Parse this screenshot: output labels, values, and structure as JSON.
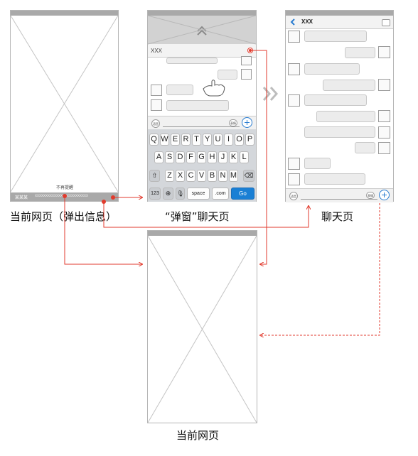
{
  "captions": {
    "current_page_popup": "当前网页（弹出信息）",
    "popup_chat": "“弹窗”聊天页",
    "chat_page": "聊天页",
    "current_page": "当前网页"
  },
  "current_page_frame": {
    "notify_name": "某某某",
    "notify_text": "xxxxxxxxxxxxxxxxxxxxxxxxx",
    "mute_label": "不再提醒"
  },
  "popup_frame": {
    "title": "XXX",
    "voice_label": "语音",
    "emoji_label": "表情",
    "keyboard": {
      "row1": [
        "Q",
        "W",
        "E",
        "R",
        "T",
        "Y",
        "U",
        "I",
        "O",
        "P"
      ],
      "row2": [
        "A",
        "S",
        "D",
        "F",
        "G",
        "H",
        "J",
        "K",
        "L"
      ],
      "row3": [
        "Z",
        "X",
        "C",
        "V",
        "B",
        "N",
        "M"
      ],
      "num_key": "123",
      "space_key": "space",
      "com_key": ".com",
      "go_key": "Go"
    }
  },
  "chat_frame": {
    "title": "XXX",
    "voice_label": "语音",
    "emoji_label": "表情"
  },
  "colors": {
    "arrow_red": "#e23a2c",
    "go_blue": "#1a7fd4",
    "plus_blue": "#2a7dd1",
    "frame_gray": "#a9a9a9"
  }
}
